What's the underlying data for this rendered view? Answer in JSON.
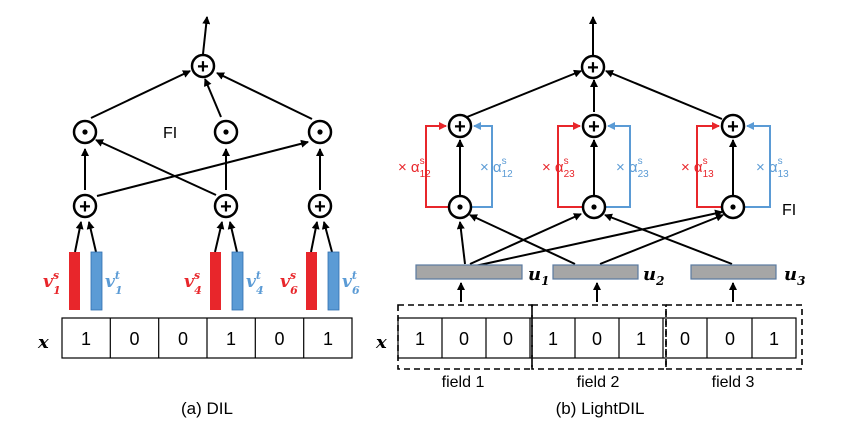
{
  "dil": {
    "caption": "(a) DIL",
    "fi_label": "FI",
    "x_label": "x",
    "x_values": [
      "1",
      "0",
      "0",
      "1",
      "0",
      "1"
    ],
    "embeddings": [
      {
        "s_label": "v",
        "s_sup": "s",
        "s_sub": "1",
        "t_label": "v",
        "t_sup": "t",
        "t_sub": "1"
      },
      {
        "s_label": "v",
        "s_sup": "s",
        "s_sub": "4",
        "t_label": "v",
        "t_sup": "t",
        "t_sub": "4"
      },
      {
        "s_label": "v",
        "s_sup": "s",
        "s_sub": "6",
        "t_label": "v",
        "t_sup": "t",
        "t_sub": "6"
      }
    ]
  },
  "lightdil": {
    "caption": "(b) LightDIL",
    "fi_label": "FI",
    "x_label": "x",
    "fields": [
      {
        "name": "field 1",
        "values": [
          "1",
          "0",
          "0"
        ]
      },
      {
        "name": "field 2",
        "values": [
          "1",
          "0",
          "1"
        ]
      },
      {
        "name": "field 3",
        "values": [
          "0",
          "0",
          "1"
        ]
      }
    ],
    "u_labels": [
      {
        "base": "u",
        "sub": "1"
      },
      {
        "base": "u",
        "sub": "2"
      },
      {
        "base": "u",
        "sub": "3"
      }
    ],
    "alphas": [
      {
        "left": "× α",
        "left_sup": "s",
        "left_sub": "12",
        "right": "× α",
        "right_sup": "s",
        "right_sub": "12"
      },
      {
        "left": "× α",
        "left_sup": "s",
        "left_sub": "23",
        "right": "× α",
        "right_sup": "s",
        "right_sub": "23"
      },
      {
        "left": "× α",
        "left_sup": "s",
        "left_sub": "13",
        "right": "× α",
        "right_sup": "s",
        "right_sub": "13"
      }
    ]
  },
  "symbols": {
    "plus": "+",
    "dot": "•"
  },
  "colors": {
    "red": "#e8262b",
    "blue": "#5b9bd5",
    "gray": "#a6a6a6",
    "black": "#000000"
  }
}
